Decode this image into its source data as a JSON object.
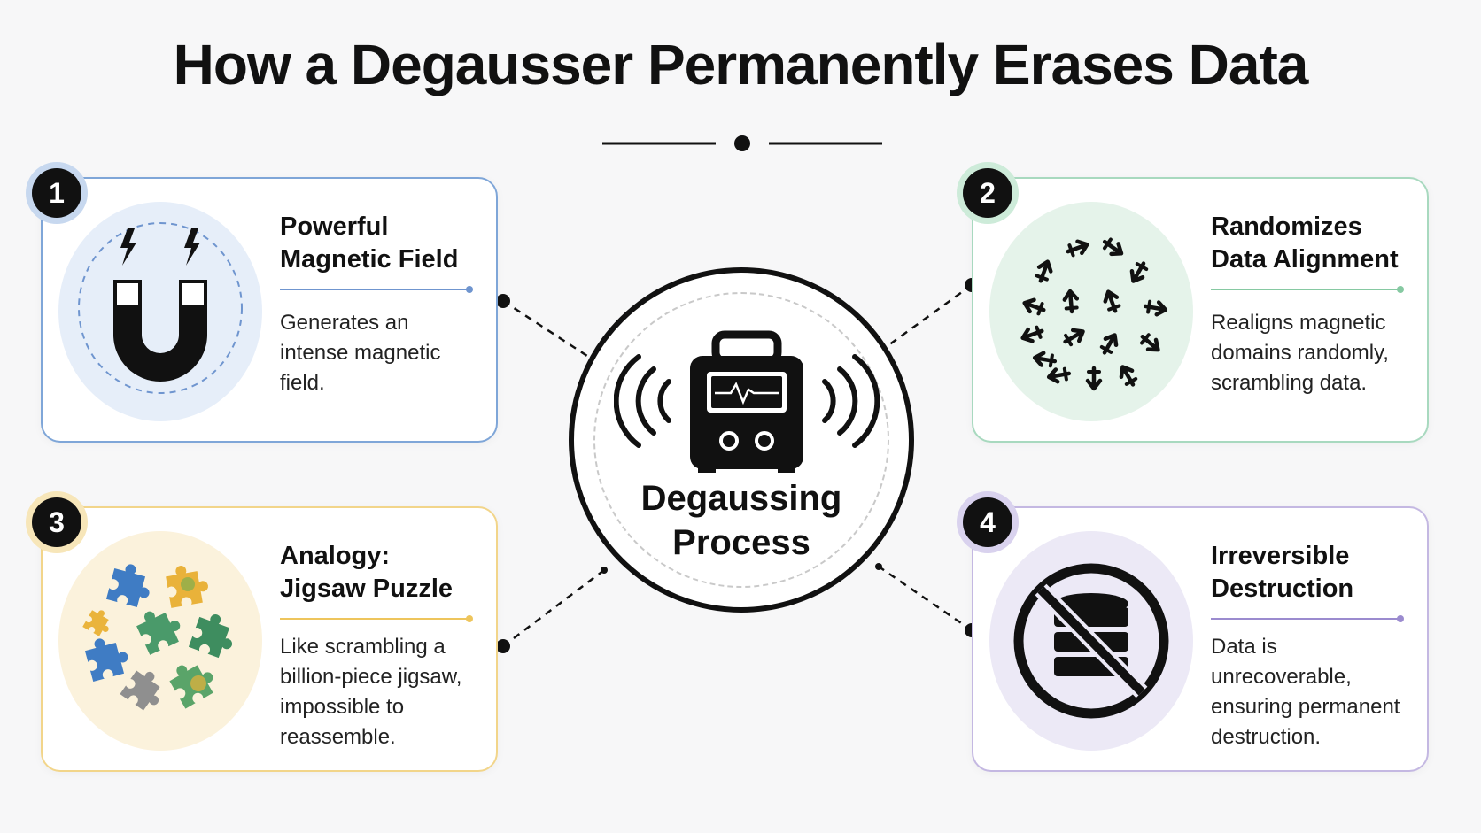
{
  "title": "How a Degausser Permanently Erases Data",
  "center": {
    "label_line1": "Degaussing",
    "label_line2": "Process",
    "icon": "degausser-device-icon"
  },
  "cards": [
    {
      "number": "1",
      "title_line1": "Powerful",
      "title_line2": "Magnetic Field",
      "desc_line1": "Generates an",
      "desc_line2": "intense magnetic",
      "desc_line3": "field.",
      "desc_line4": "",
      "icon": "horseshoe-magnet-icon",
      "accent": "#7fa6d8"
    },
    {
      "number": "2",
      "title_line1": "Randomizes",
      "title_line2": "Data Alignment",
      "desc_line1": "Realigns magnetic",
      "desc_line2": "domains randomly,",
      "desc_line3": "scrambling data.",
      "desc_line4": "",
      "icon": "scattered-arrows-icon",
      "accent": "#a8d9bf"
    },
    {
      "number": "3",
      "title_line1": "Analogy:",
      "title_line2": "Jigsaw Puzzle",
      "desc_line1": "Like scrambling a",
      "desc_line2": "billion-piece jigsaw,",
      "desc_line3": "impossible to",
      "desc_line4": "reassemble.",
      "icon": "puzzle-pieces-icon",
      "accent": "#f2d58a"
    },
    {
      "number": "4",
      "title_line1": "Irreversible",
      "title_line2": "Destruction",
      "desc_line1": "Data is unrecoverable,",
      "desc_line2": "ensuring permanent",
      "desc_line3": "destruction.",
      "desc_line4": "",
      "icon": "no-database-icon",
      "accent": "#c4b8e2"
    }
  ]
}
